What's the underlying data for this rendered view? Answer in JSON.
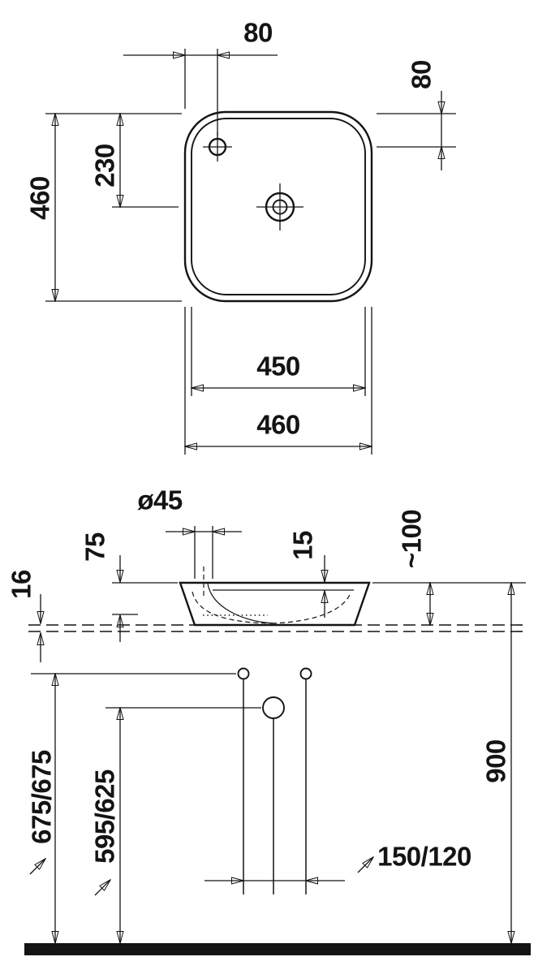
{
  "drawing": {
    "title": "washbasin-dimensional-drawing",
    "colors": {
      "line": "#141414",
      "background": "#ffffff"
    },
    "top_view": {
      "hole_offset_x": "80",
      "hole_offset_y": "80",
      "center_offset": "230",
      "depth": "460",
      "inner_width": "450",
      "width": "460"
    },
    "side_view": {
      "faucet_hole_diameter": "ø45",
      "bowl_depth": "75",
      "rim_height": "15",
      "height_above_counter": "~100",
      "counter_thickness": "16",
      "supply_height": "675/675",
      "drain_height": "595/625",
      "total_height": "900",
      "supply_spacing": "150/120"
    }
  }
}
